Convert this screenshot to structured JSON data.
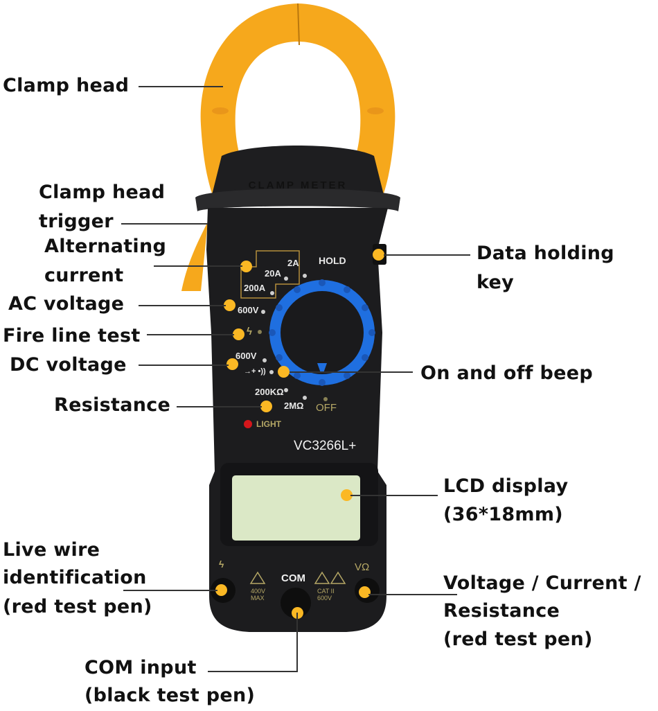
{
  "device": {
    "clamp_embossed_text": "CLAMP METER",
    "model": "VC3266L+",
    "hold_label": "HOLD",
    "light_label": "LIGHT",
    "off_label": "OFF",
    "com_label": "COM",
    "vohm_label": "VΩ",
    "warning_left": [
      "400V",
      "MAX"
    ],
    "warning_right": [
      "CAT II",
      "600V"
    ],
    "ranges": {
      "a2": "2A",
      "a20": "20A",
      "a200": "200A",
      "vac": "600V",
      "vdc": "600V",
      "diode": "→+ •))",
      "r200k": "200KΩ",
      "r2m": "2MΩ"
    },
    "colors": {
      "clamp": "#f6a81c",
      "body": "#1c1c1e",
      "dial": "#1f6fe0",
      "lcd": "#dbe8c6",
      "callout_dot": "#fbb824",
      "light_led": "#d4161b"
    }
  },
  "callouts": {
    "clamp_head": "Clamp head",
    "clamp_trigger_1": "Clamp head",
    "clamp_trigger_2": "trigger",
    "alt_current_1": "Alternating",
    "alt_current_2": "current",
    "ac_voltage": "AC voltage",
    "fire_line": "Fire line test",
    "dc_voltage": "DC voltage",
    "resistance": "Resistance",
    "data_hold_1": "Data holding",
    "data_hold_2": "key",
    "beep": "On and off beep",
    "lcd_1": "LCD display",
    "lcd_2": "(36*18mm)",
    "live_wire_1": "Live wire",
    "live_wire_2": "identification",
    "live_wire_3": "(red test pen)",
    "vcr_1": "Voltage / Current /",
    "vcr_2": "Resistance",
    "vcr_3": "(red test pen)",
    "com_1": "COM input",
    "com_2": "(black test pen)"
  }
}
